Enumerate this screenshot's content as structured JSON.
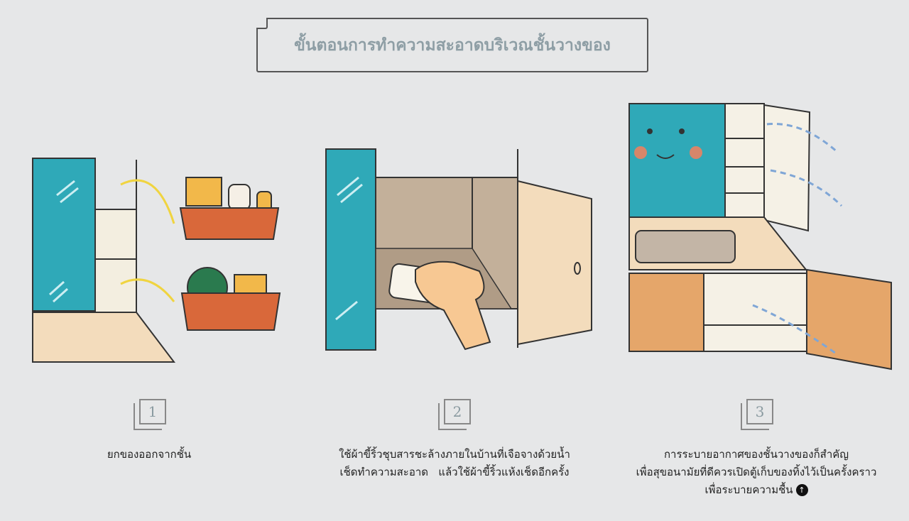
{
  "title": "ขั้นตอนการทำความสะอาดบริเวณชั้นวางของ",
  "steps": [
    {
      "number": "1",
      "lines": [
        "ยกของออกจากชั้น"
      ]
    },
    {
      "number": "2",
      "lines": [
        "ใช้ผ้าขี้ริ้วชุบสารชะล้างภายในบ้านที่เจือจางด้วยน้ำ",
        "เช็ดทำความสะอาด   แล้วใช้ผ้าขี้ริ้วแห้งเช็ดอีกครั้ง"
      ]
    },
    {
      "number": "3",
      "lines": [
        "การระบายอากาศของชั้นวางของก็สำคัญ",
        "เพื่อสุขอนามัยที่ดีควรเปิดตู้เก็บของทิ้งไว้เป็นครั้งคราว",
        "เพื่อระบายความชื้น"
      ],
      "badge_icon": "up-arrow-icon"
    }
  ],
  "colors": {
    "mirror": "#2fa9b8",
    "cabinet": "#f3dcbc",
    "basket": "#d9683a",
    "wood": "#e5a66a",
    "title": "#8e9ea5"
  }
}
